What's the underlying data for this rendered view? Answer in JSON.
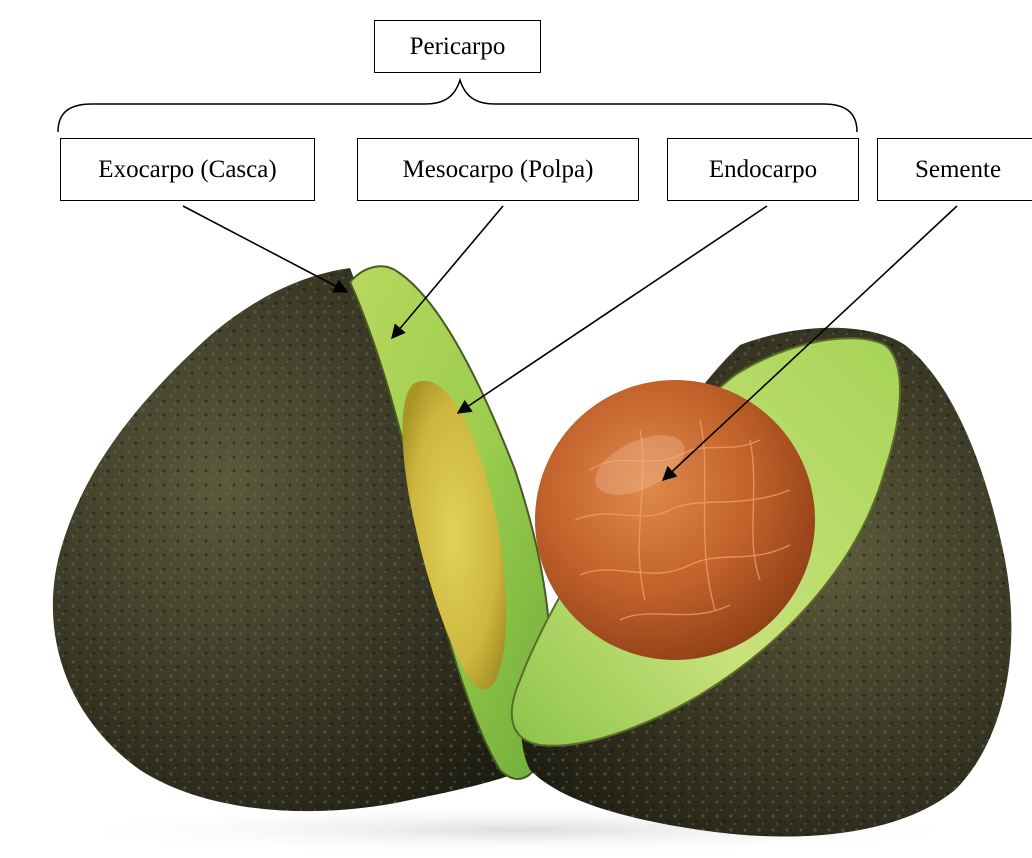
{
  "labels": {
    "pericarpo": "Pericarpo",
    "exocarpo": "Exocarpo (Casca)",
    "mesocarpo": "Mesocarpo (Polpa)",
    "endocarpo": "Endocarpo",
    "semente": "Semente"
  },
  "colors": {
    "skin_dark": "#2b2a1c",
    "skin_mid": "#4a4a30",
    "flesh_green": "#9ccd4e",
    "flesh_light": "#d8e88a",
    "cavity_yellow": "#d6c247",
    "seed_brown": "#b4501f",
    "seed_light": "#e0854a",
    "line": "#000000"
  }
}
